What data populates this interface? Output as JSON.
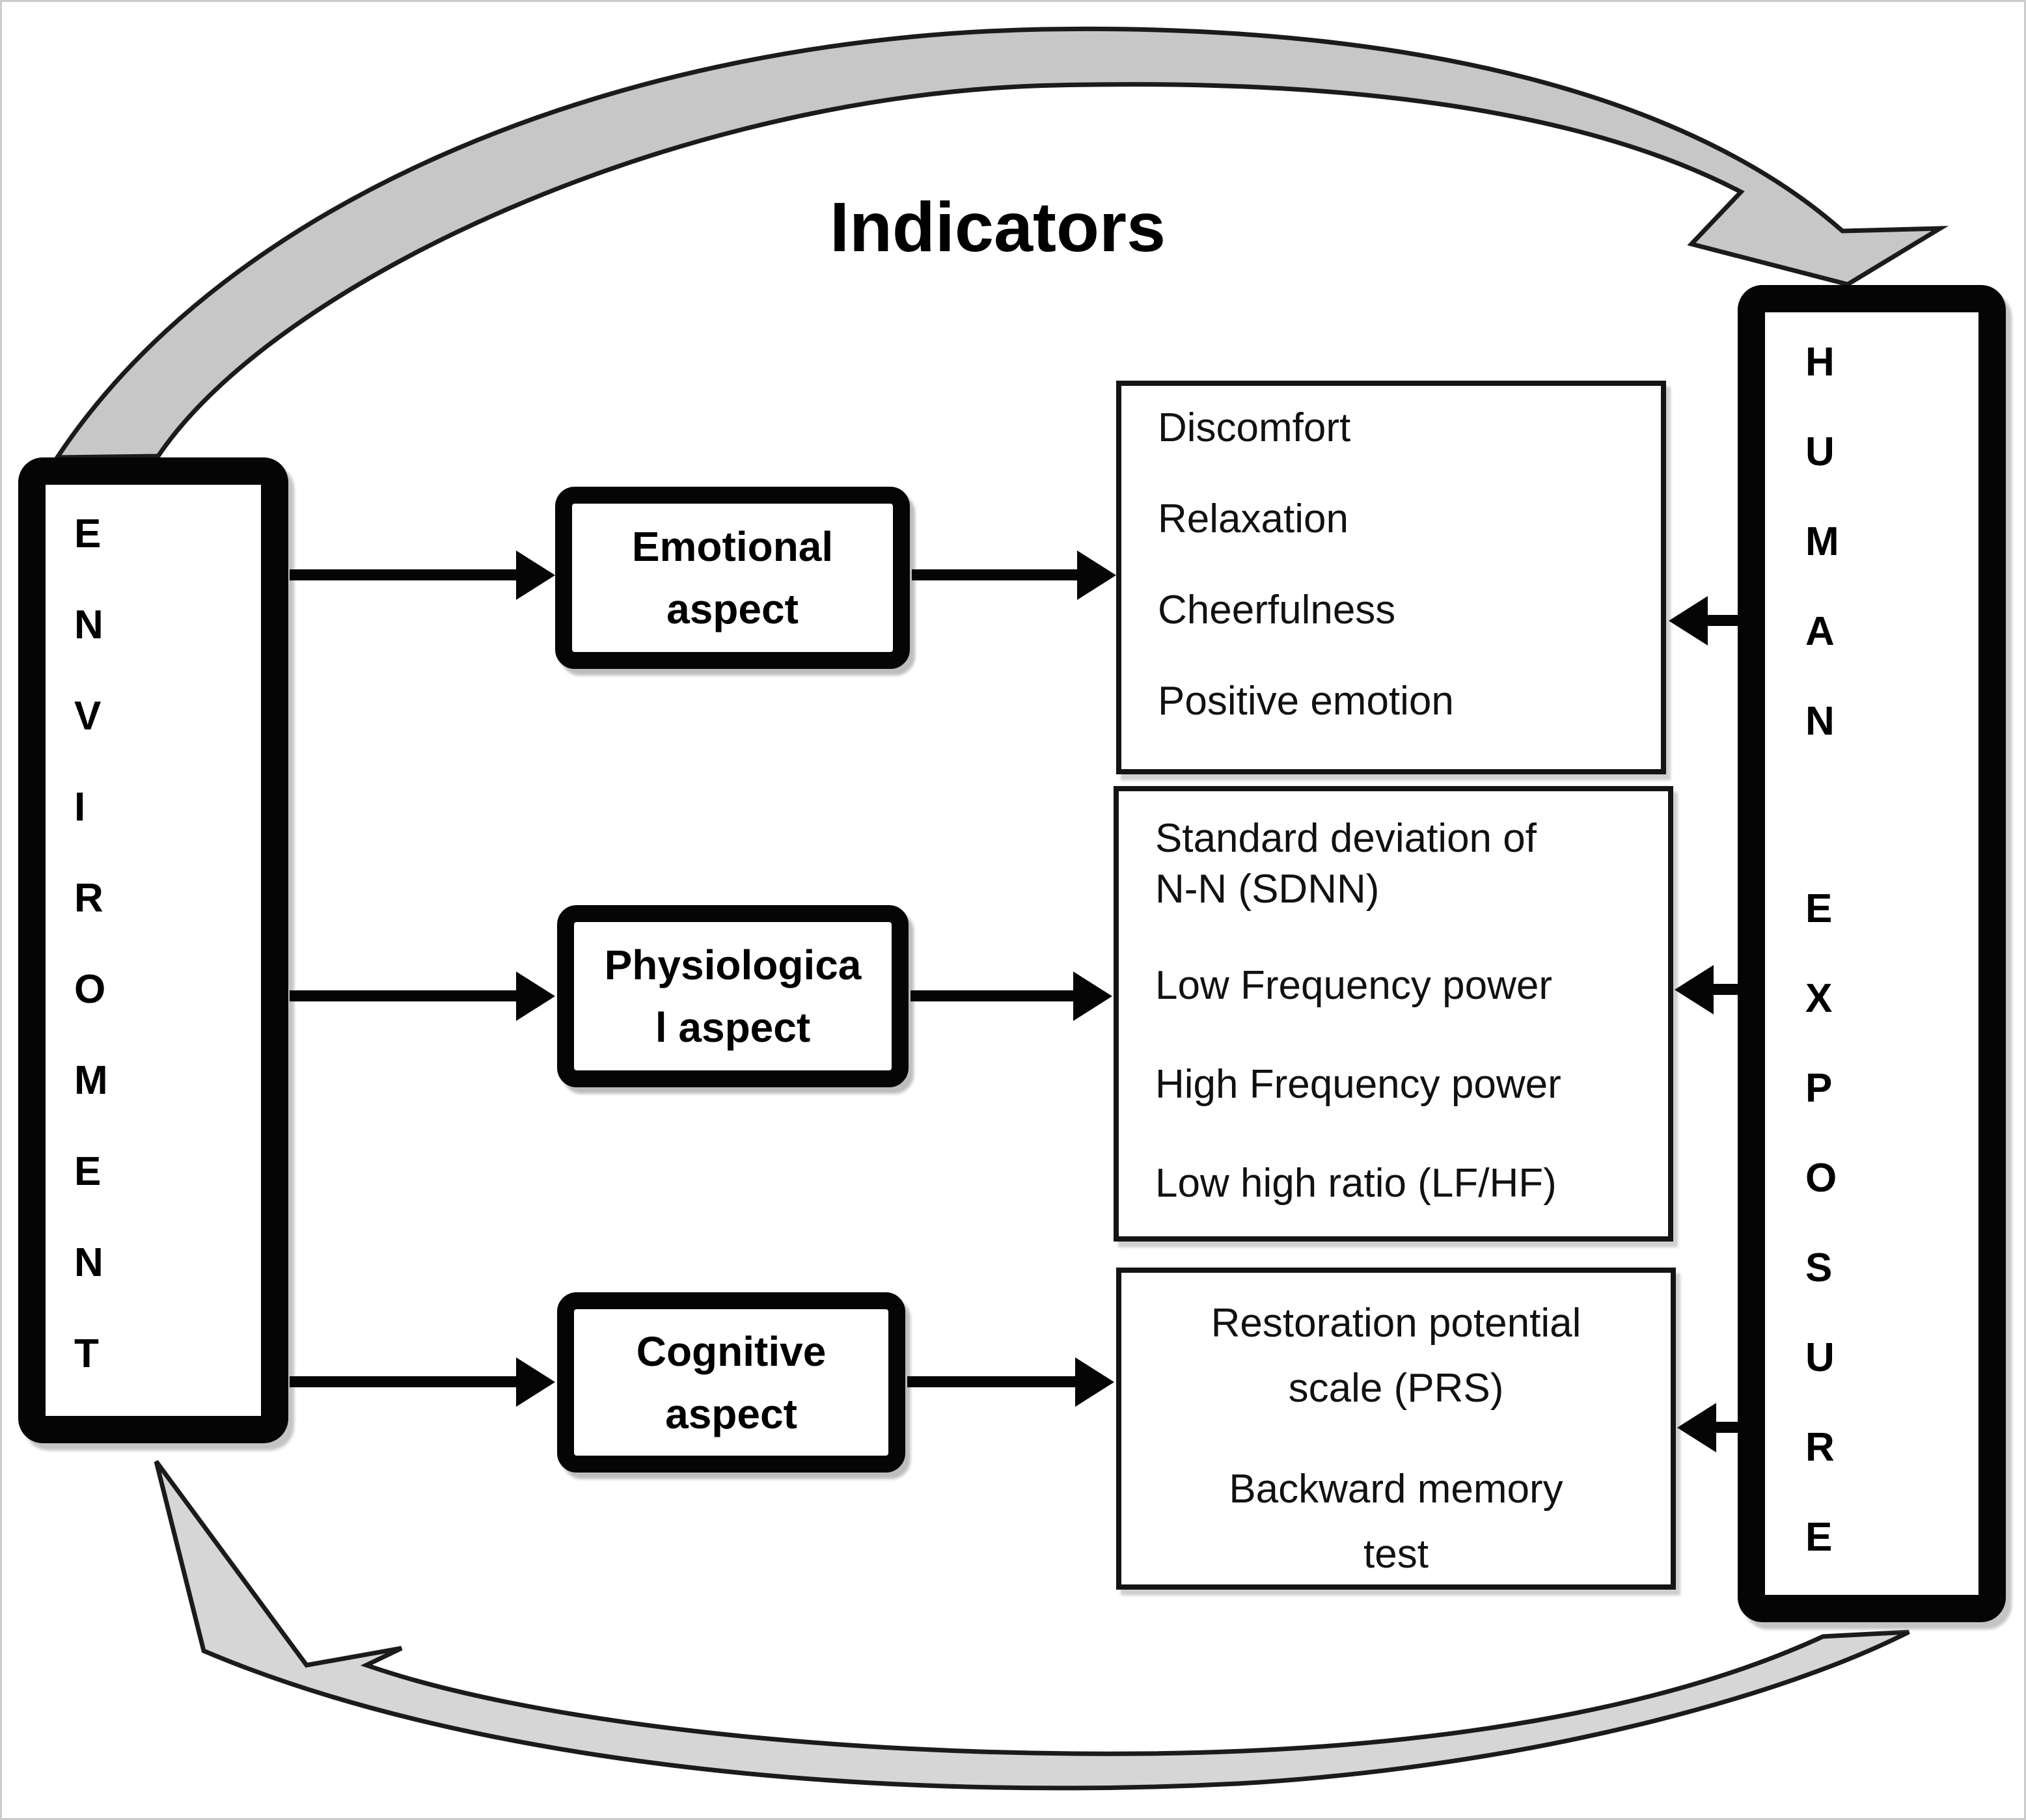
{
  "title": "Indicators",
  "environment_box": {
    "label": "ENVIROMENT",
    "letters": [
      "E",
      "N",
      "V",
      "I",
      "R",
      "O",
      "M",
      "E",
      "N",
      "T"
    ]
  },
  "human_box": {
    "label": "HUMAN EXPOSURE",
    "letters_top": [
      "H",
      "U",
      "M",
      "A",
      "N"
    ],
    "letters_bottom": [
      "E",
      "X",
      "P",
      "O",
      "S",
      "U",
      "R",
      "E"
    ]
  },
  "aspects": [
    {
      "lines": [
        "Emotional",
        "aspect"
      ]
    },
    {
      "lines": [
        "Physiologica",
        "l aspect"
      ]
    },
    {
      "lines": [
        "Cognitive",
        "aspect"
      ]
    }
  ],
  "indicators": [
    {
      "items": [
        [
          "Discomfort"
        ],
        [
          "Relaxation"
        ],
        [
          "Cheerfulness"
        ],
        [
          "Positive emotion"
        ]
      ]
    },
    {
      "items": [
        [
          "Standard deviation of",
          "N-N (SDNN)"
        ],
        [
          "Low Frequency power"
        ],
        [
          "High Frequency power"
        ],
        [
          "Low high ratio (LF/HF)"
        ]
      ]
    },
    {
      "items": [
        [
          "Restoration potential",
          "scale (PRS)"
        ],
        [
          "Backward memory",
          "test"
        ]
      ]
    }
  ],
  "colors": {
    "ink": "#050505",
    "band_top_fill": "#c7c7c7",
    "band_bottom_fill": "#d6d6d6",
    "band_stroke": "#1b1b1b"
  }
}
